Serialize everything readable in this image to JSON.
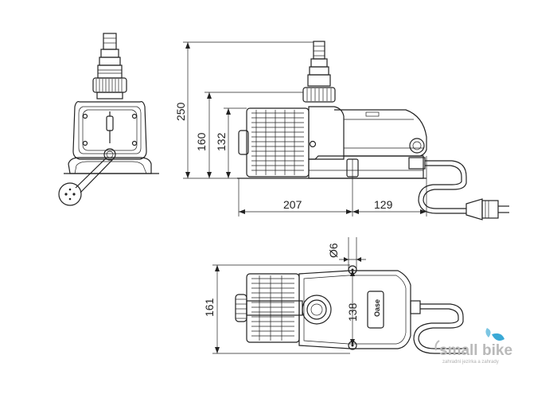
{
  "dimensions": {
    "height_total": "250",
    "height_body": "160",
    "height_housing": "132",
    "length_pump": "207",
    "length_motor": "129",
    "diameter_hole": "Ø6",
    "width_mount": "138",
    "width_total": "161"
  },
  "logo_badge": "Oase",
  "watermark": {
    "brand_left": "small",
    "brand_right": "bike",
    "tagline": "zahradní jezírka a zahrady"
  },
  "colors": {
    "line": "#222222",
    "watermark": "#b9b9b9",
    "watermark_accent": "#3aa9d6"
  },
  "icons": [
    "pond-pump-front-view",
    "pond-pump-side-view",
    "pond-pump-top-view",
    "power-plug-icon",
    "watermark-leaf-icon"
  ]
}
